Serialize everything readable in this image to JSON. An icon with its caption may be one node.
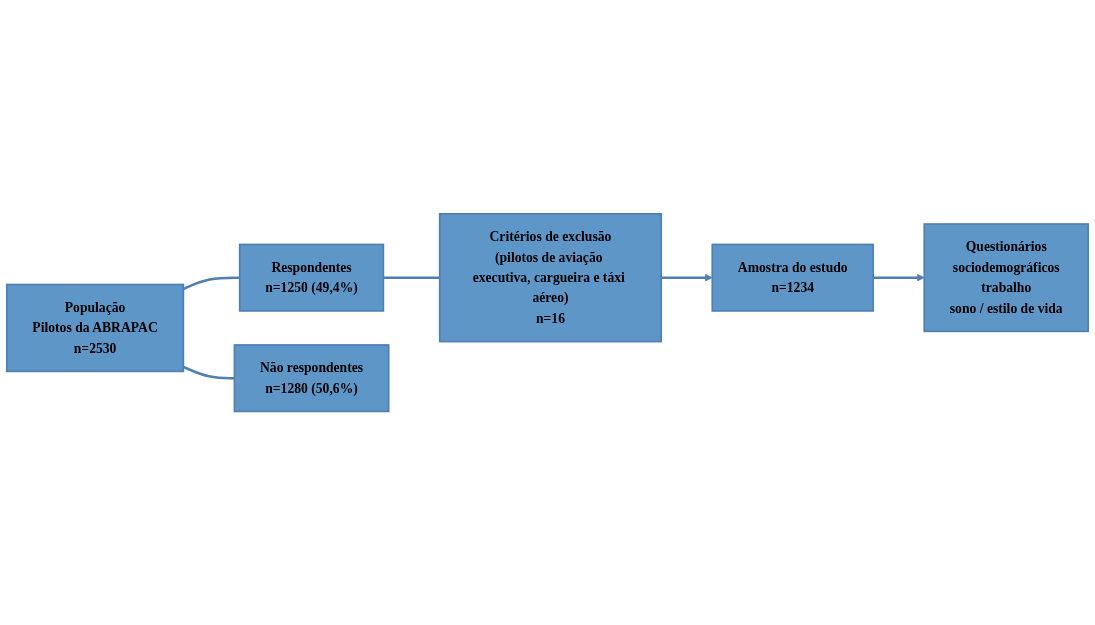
{
  "diagram": {
    "nodes": [
      {
        "text": [
          "População",
          "Pilotos da ABRAPAC",
          "n=2530"
        ]
      },
      {
        "text": [
          "Respondentes",
          "n=1250 (49,4%)"
        ]
      },
      {
        "text": [
          "Não respondentes",
          "n=1280 (50,6%)"
        ]
      },
      {
        "text": [
          "Critérios de exclusão",
          "(pilotos de aviação executiva, cargueira e táxi aéreo)",
          "n=16"
        ]
      },
      {
        "text": [
          "Amostra do estudo",
          "n=1234"
        ]
      },
      {
        "text": [
          "Questionários",
          "sociodemográficos",
          "trabalho",
          "sono / estilo de vida"
        ]
      }
    ],
    "edges": [
      {
        "from": 0,
        "to": 1,
        "arrow": "none"
      },
      {
        "from": 0,
        "to": 2,
        "arrow": "none"
      },
      {
        "from": 1,
        "to": 3,
        "arrow": "none"
      },
      {
        "from": 3,
        "to": 4,
        "arrow": "to"
      },
      {
        "from": 4,
        "to": 5,
        "arrow": "to"
      }
    ]
  }
}
